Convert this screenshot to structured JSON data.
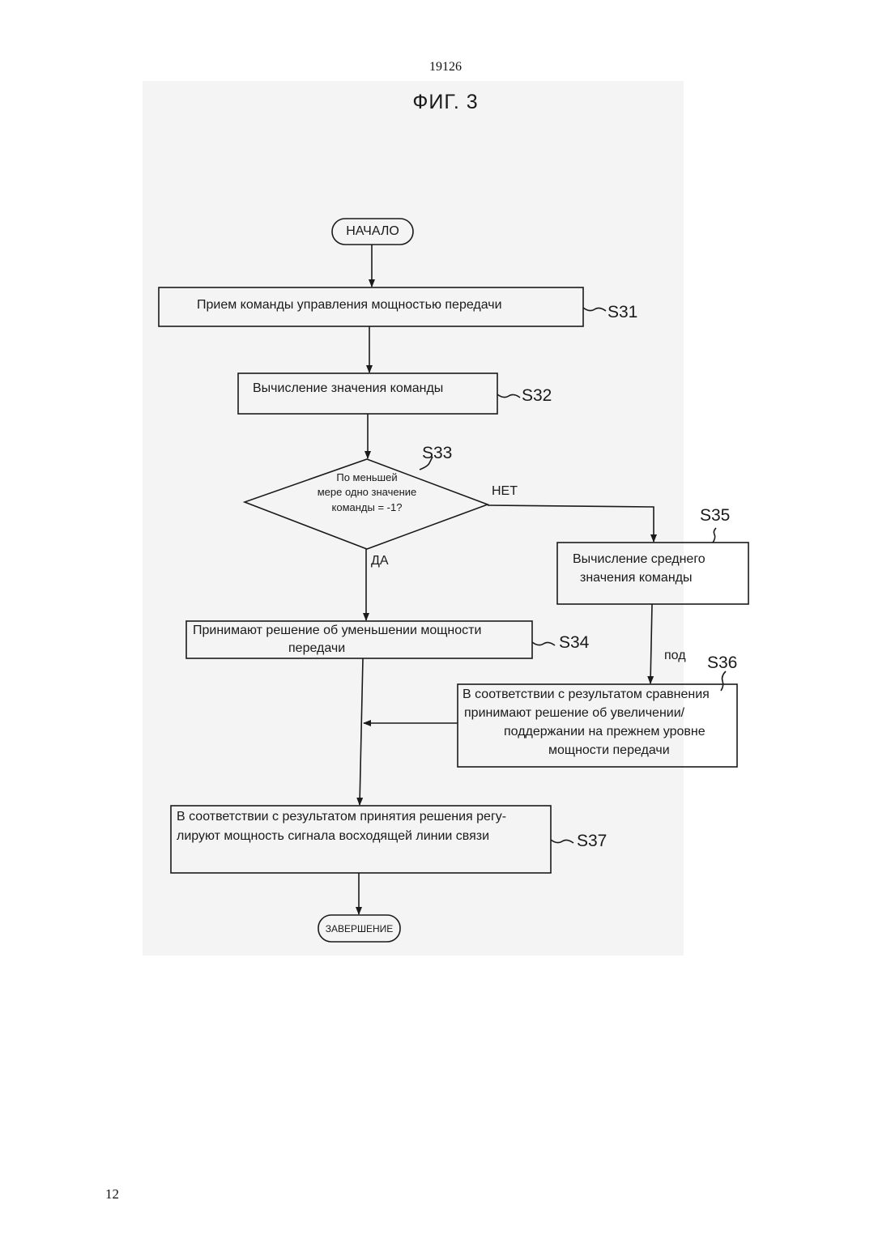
{
  "header": {
    "page_number": "19126"
  },
  "footer": {
    "page_number": "12"
  },
  "figure": {
    "title": "ФИГ. 3"
  },
  "flowchart": {
    "start": "НАЧАЛО",
    "end": "ЗАВЕРШЕНИЕ",
    "s31": {
      "label": "S31",
      "text": "Прием команды управления мощностью передачи"
    },
    "s32": {
      "label": "S32",
      "text": "Вычисление значения команды"
    },
    "s33": {
      "label": "S33",
      "line1": "По меньшей",
      "line2": "мере одно значение",
      "line3": "команды = -1?"
    },
    "s34": {
      "label": "S34",
      "line1": "Принимают решение об уменьшении мощности",
      "line2": "передачи"
    },
    "s35": {
      "label": "S35",
      "line1": "Вычисление среднего",
      "line2": "значения  команды"
    },
    "s36": {
      "label": "S36",
      "line1": "В соответствии с результатом сравнения",
      "line2": "принимают решение об увеличении/",
      "line3": "поддержании на прежнем уровне",
      "line4": "мощности передачи"
    },
    "s37": {
      "label": "S37",
      "line1": "В соответствии с результатом принятия решения регу-",
      "line2": "лируют мощность сигнала восходящей линии связи"
    },
    "branch_yes": "ДА",
    "branch_no": "НЕТ",
    "branch_under": "под"
  }
}
